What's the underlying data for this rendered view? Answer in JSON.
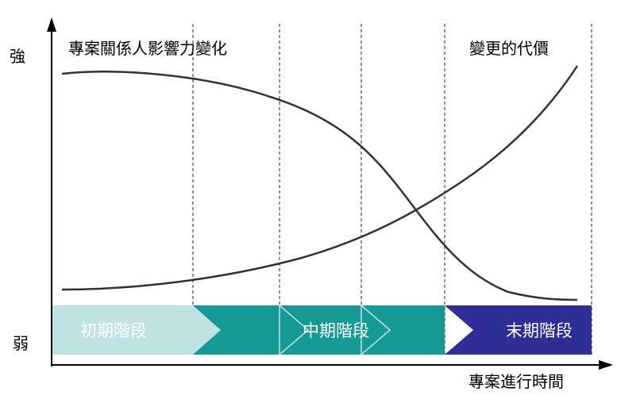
{
  "y_axis": {
    "high_label": "強",
    "low_label": "弱"
  },
  "x_axis": {
    "label": "專案進行時間"
  },
  "curves": {
    "stakeholder_influence": {
      "label": "專案關係人影響力變化",
      "color": "#333333"
    },
    "cost_of_change": {
      "label": "變更的代價",
      "color": "#333333"
    }
  },
  "phases": [
    {
      "label": "初期階段",
      "fill": "#bfe3e3",
      "text_color": "#ffffff"
    },
    {
      "label": "中期階段",
      "fill": "#159a95",
      "text_color": "#ffffff"
    },
    {
      "label": "末期階段",
      "fill": "#2e2e96",
      "text_color": "#ffffff"
    }
  ],
  "colors": {
    "axis": "#000000",
    "divider": "#222222",
    "chevron_fill": "#159a95",
    "chevron_edge": "#bfe3e3"
  }
}
